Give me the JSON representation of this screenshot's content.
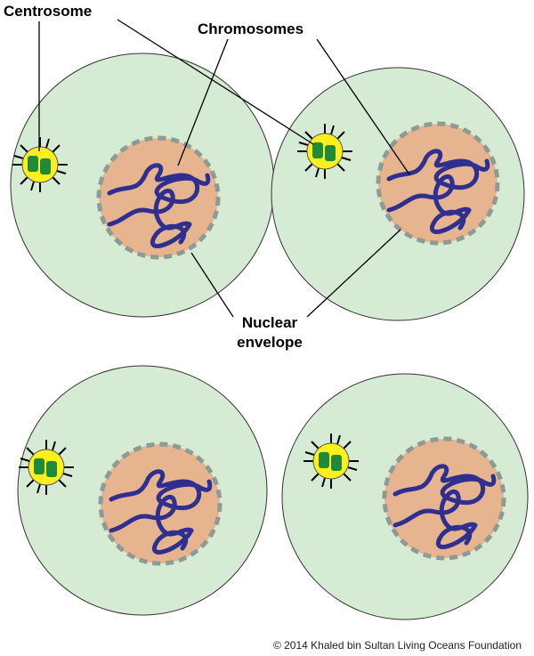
{
  "labels": {
    "centrosome": "Centrosome",
    "chromosomes": "Chromosomes",
    "nuclear_line1": "Nuclear",
    "nuclear_line2": "envelope"
  },
  "copyright": "© 2014 Khaled bin Sultan Living Oceans Foundation",
  "colors": {
    "cytoplasm": "#d6ebd3",
    "nucleus": "#e6b48e",
    "envelope": "#8e9a94",
    "chromosome": "#2e2f8e",
    "centrosome": "#ffef1a",
    "centriole": "#1f8a3c"
  }
}
